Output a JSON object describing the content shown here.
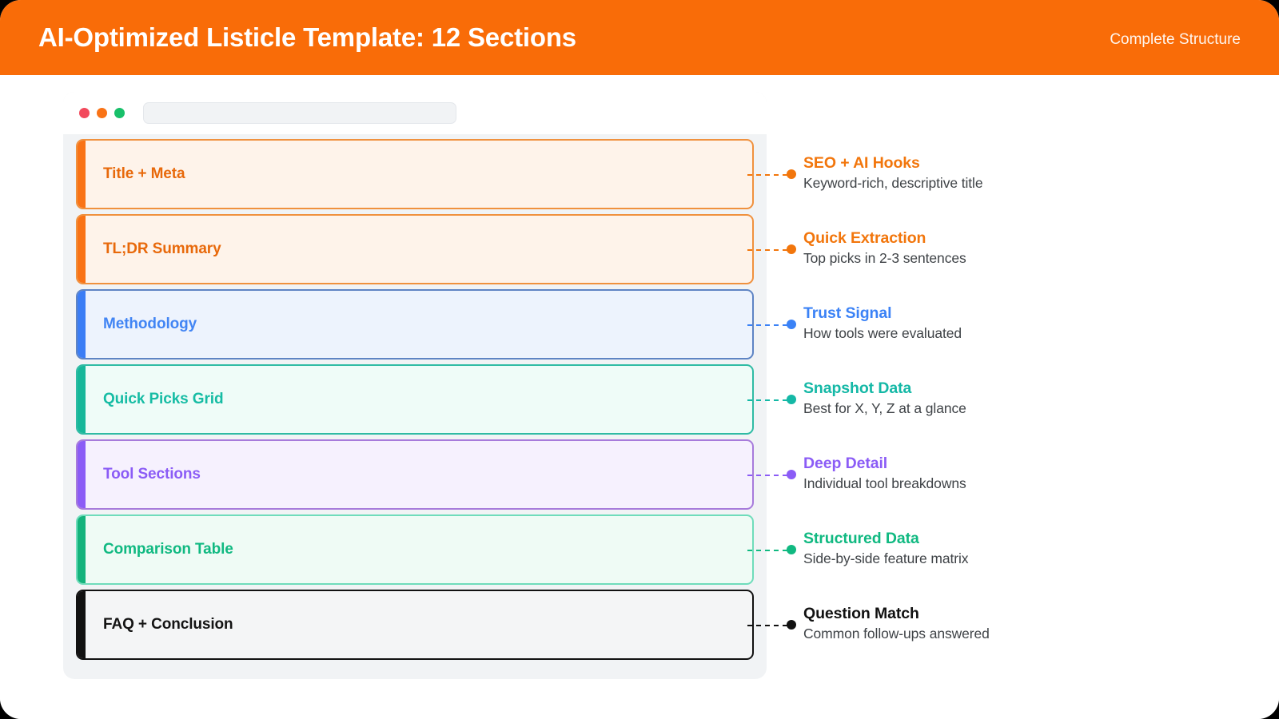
{
  "header": {
    "title": "AI-Optimized Listicle Template: 12 Sections",
    "subtitle": "Complete Structure"
  },
  "browser": {
    "traffic_lights": [
      {
        "name": "close-dot",
        "color": "#F2495C"
      },
      {
        "name": "minimize-dot",
        "color": "#F97316"
      },
      {
        "name": "maximize-dot",
        "color": "#18C06A"
      }
    ],
    "url_value": "",
    "url_placeholder": ""
  },
  "sections": [
    {
      "label": "Title + Meta",
      "accent": "#F97316",
      "border": "#F0913E",
      "fill": "#FEF3EA",
      "text": "#E8690B",
      "annotation": {
        "title": "SEO + AI Hooks",
        "desc": "Keyword-rich, descriptive title",
        "color": "#F2760C"
      }
    },
    {
      "label": "TL;DR Summary",
      "accent": "#F97316",
      "border": "#F0913E",
      "fill": "#FEF3EA",
      "text": "#E8690B",
      "annotation": {
        "title": "Quick Extraction",
        "desc": "Top picks in 2-3 sentences",
        "color": "#F2760C"
      }
    },
    {
      "label": "Methodology",
      "accent": "#3B7DF5",
      "border": "#5E84C4",
      "fill": "#EDF3FD",
      "text": "#4285F4",
      "annotation": {
        "title": "Trust Signal",
        "desc": "How tools were evaluated",
        "color": "#3B82F6"
      }
    },
    {
      "label": "Quick Picks Grid",
      "accent": "#17B79A",
      "border": "#2FBBA4",
      "fill": "#EFFCF8",
      "text": "#16BCA4",
      "annotation": {
        "title": "Snapshot Data",
        "desc": "Best for X, Y, Z at a glance",
        "color": "#14B8A6"
      }
    },
    {
      "label": "Tool Sections",
      "accent": "#8B5CF6",
      "border": "#A77BDB",
      "fill": "#F6F1FE",
      "text": "#8B5CF6",
      "annotation": {
        "title": "Deep Detail",
        "desc": "Individual tool breakdowns",
        "color": "#8B5CF6"
      }
    },
    {
      "label": "Comparison Table",
      "accent": "#14B37C",
      "border": "#6FDCBB",
      "fill": "#EFFBF5",
      "text": "#10B981",
      "annotation": {
        "title": "Structured Data",
        "desc": "Side-by-side feature matrix",
        "color": "#10B981"
      }
    },
    {
      "label": "FAQ + Conclusion",
      "accent": "#111111",
      "border": "#111111",
      "fill": "#F4F5F6",
      "text": "#141414",
      "annotation": {
        "title": "Question Match",
        "desc": "Common follow-ups answered",
        "color": "#111111"
      }
    }
  ]
}
